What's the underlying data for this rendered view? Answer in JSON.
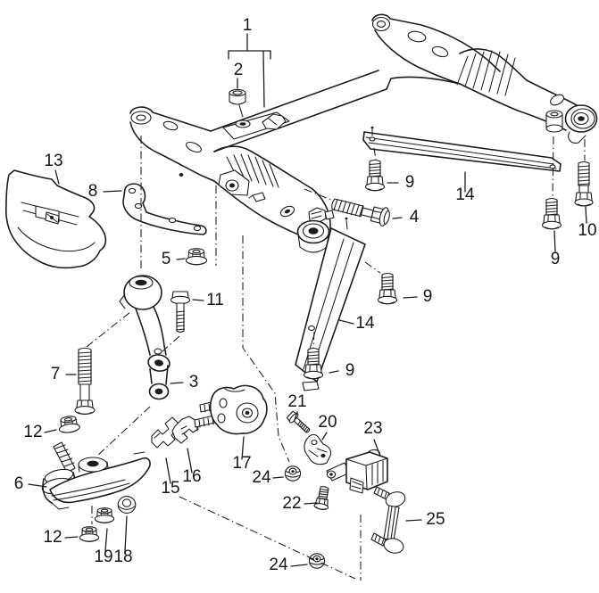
{
  "diagram": {
    "type": "exploded-parts-line-drawing",
    "background_color": "#ffffff",
    "line_color": "#1c1c1c",
    "callouts": [
      {
        "id": "1",
        "text": "1"
      },
      {
        "id": "2",
        "text": "2"
      },
      {
        "id": "4",
        "text": "4"
      },
      {
        "id": "13",
        "text": "13"
      },
      {
        "id": "8",
        "text": "8"
      },
      {
        "id": "5",
        "text": "5"
      },
      {
        "id": "9a",
        "text": "9"
      },
      {
        "id": "14a",
        "text": "14"
      },
      {
        "id": "10",
        "text": "10"
      },
      {
        "id": "9b",
        "text": "9"
      },
      {
        "id": "11",
        "text": "11"
      },
      {
        "id": "9c",
        "text": "9"
      },
      {
        "id": "14b",
        "text": "14"
      },
      {
        "id": "7",
        "text": "7"
      },
      {
        "id": "3",
        "text": "3"
      },
      {
        "id": "9d",
        "text": "9"
      },
      {
        "id": "12a",
        "text": "12"
      },
      {
        "id": "21",
        "text": "21"
      },
      {
        "id": "20",
        "text": "20"
      },
      {
        "id": "23",
        "text": "23"
      },
      {
        "id": "24a",
        "text": "24"
      },
      {
        "id": "6",
        "text": "6"
      },
      {
        "id": "15",
        "text": "15"
      },
      {
        "id": "16",
        "text": "16"
      },
      {
        "id": "17",
        "text": "17"
      },
      {
        "id": "22",
        "text": "22"
      },
      {
        "id": "25",
        "text": "25"
      },
      {
        "id": "12b",
        "text": "12"
      },
      {
        "id": "19",
        "text": "19"
      },
      {
        "id": "18",
        "text": "18"
      },
      {
        "id": "24b",
        "text": "24"
      }
    ]
  }
}
